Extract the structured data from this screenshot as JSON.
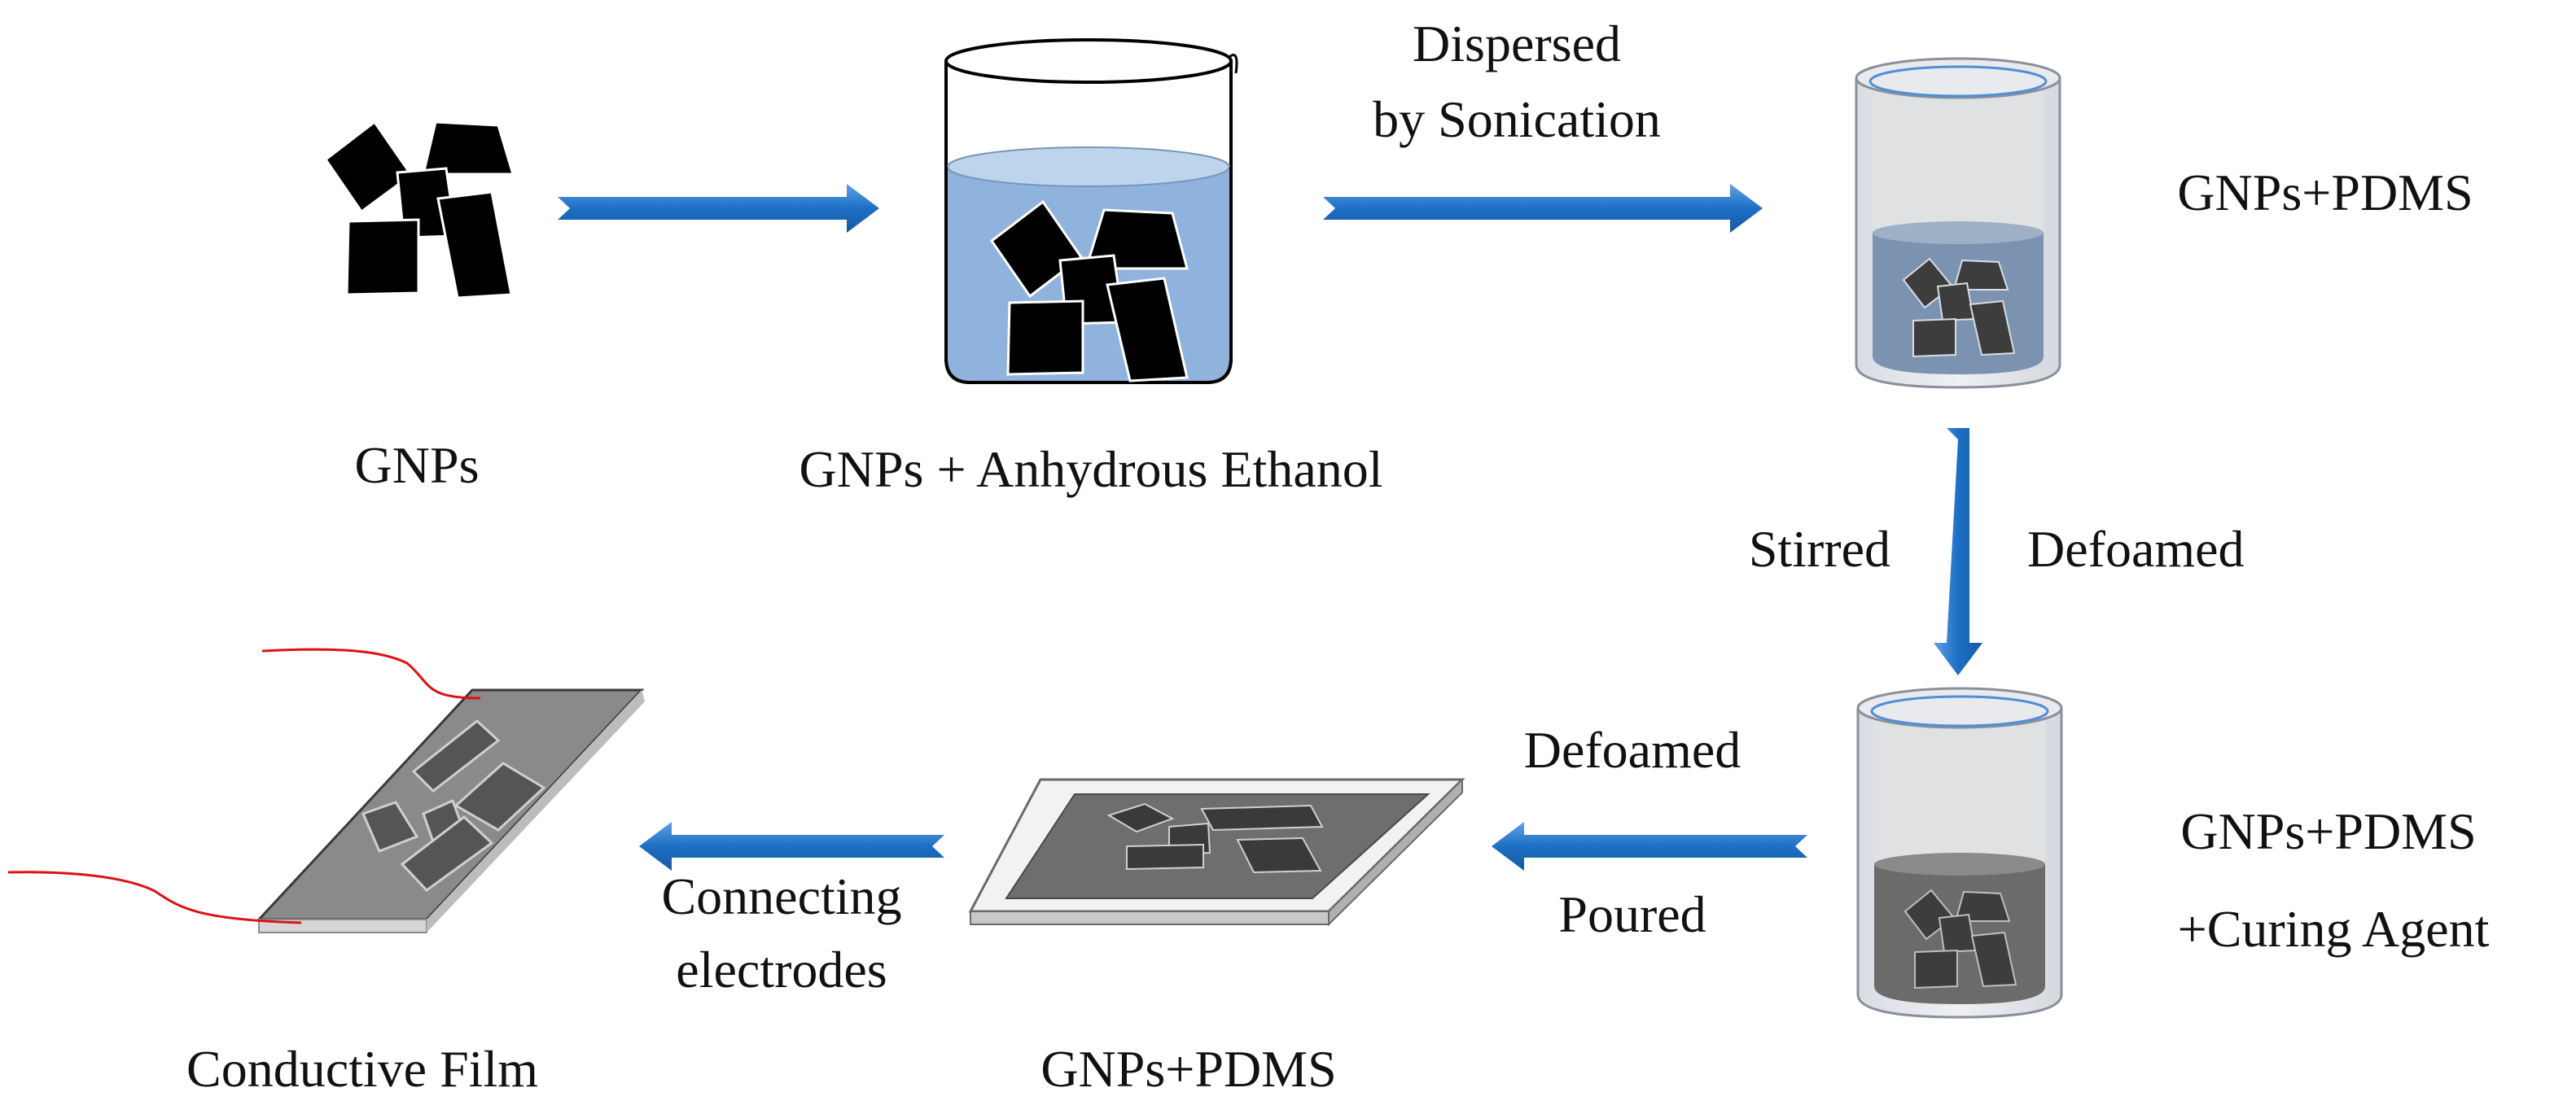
{
  "colors": {
    "arrow": "#1d6fc4",
    "flake": "#000000",
    "flake_gray": "#3d3d3d",
    "ethanol": "#8fb3dc",
    "pdms": "#7b93b1",
    "curing_mix": "#6b6b6b",
    "wire": "#dd1111",
    "film": "#8a8a8a"
  },
  "labels": {
    "gnps": "GNPs",
    "gnps_ethanol": "GNPs + Anhydrous  Ethanol",
    "dispersed_line1": "Dispersed",
    "dispersed_line2": "by Sonication",
    "gnps_pdms_top": "GNPs+PDMS",
    "stirred": "Stirred",
    "defoamed_right": "Defoamed",
    "gnps_pdms_curing_line1": "GNPs+PDMS",
    "gnps_pdms_curing_line2": "+Curing Agent",
    "defoamed_bottom": "Defoamed",
    "poured": "Poured",
    "gnps_pdms_bottom": "GNPs+PDMS",
    "connecting_line1": "Connecting",
    "connecting_line2": "electrodes",
    "conductive_film": "Conductive  Film"
  }
}
